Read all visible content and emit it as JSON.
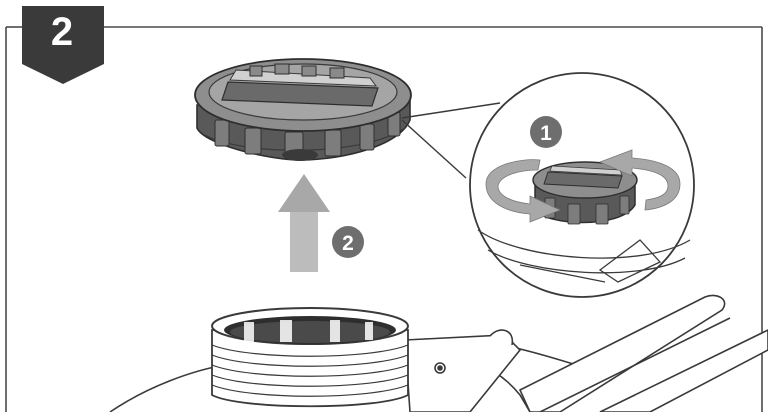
{
  "step": {
    "number": "2"
  },
  "callouts": {
    "rotate_marker": "1",
    "lift_marker": "2"
  },
  "colors": {
    "badge": "#3a3a3a",
    "line": "#4a4a4a",
    "cap_dark": "#5b5b5b",
    "cap_mid": "#8a8a8a",
    "cap_light": "#cfcfcf",
    "arrow_gray": "#a8a8a8",
    "marker_fill": "#6e6e6e"
  },
  "icons": {
    "lift_arrow": "arrow-up-icon",
    "rotate_arrows": "rotate-counterclockwise-icon"
  }
}
